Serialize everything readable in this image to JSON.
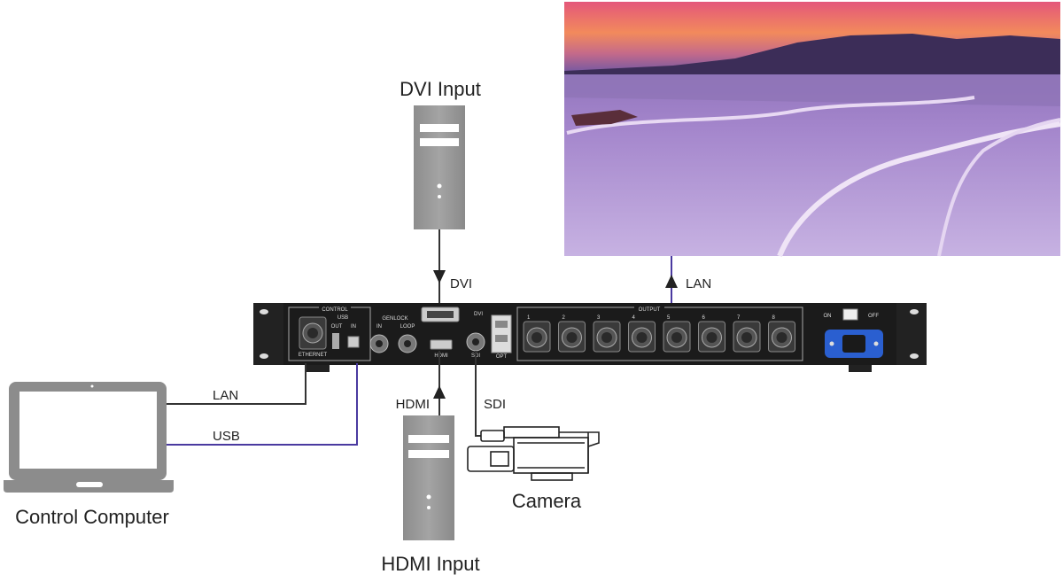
{
  "labels": {
    "dvi_input": "DVI Input",
    "hdmi_input": "HDMI Input",
    "control_computer": "Control Computer",
    "camera": "Camera",
    "wire_dvi": "DVI",
    "wire_hdmi": "HDMI",
    "wire_sdi": "SDI",
    "wire_lan_screen": "LAN",
    "wire_lan_computer": "LAN",
    "wire_usb": "USB"
  },
  "device": {
    "control_label": "CONTROL",
    "ethernet_label": "ETHERNET",
    "usb_label": "USB",
    "usb_out": "OUT",
    "usb_in": "IN",
    "genlock_label": "GENLOCK",
    "genlock_in": "IN",
    "genlock_loop": "LOOP",
    "dvi_port_label": "DVI",
    "hdmi_port_label": "HDMI",
    "sdi_port_label": "SDI",
    "opt_label": "OPT",
    "output_label": "OUTPUT",
    "output_ports": [
      "1",
      "2",
      "3",
      "4",
      "5",
      "6",
      "7",
      "8"
    ],
    "power_on": "ON",
    "power_off": "OFF"
  },
  "colors": {
    "device_body": "#1b1b1b",
    "tower": "#9a9a9a",
    "usb_wire": "#4a3aa0",
    "power_socket": "#2a5fd0"
  }
}
